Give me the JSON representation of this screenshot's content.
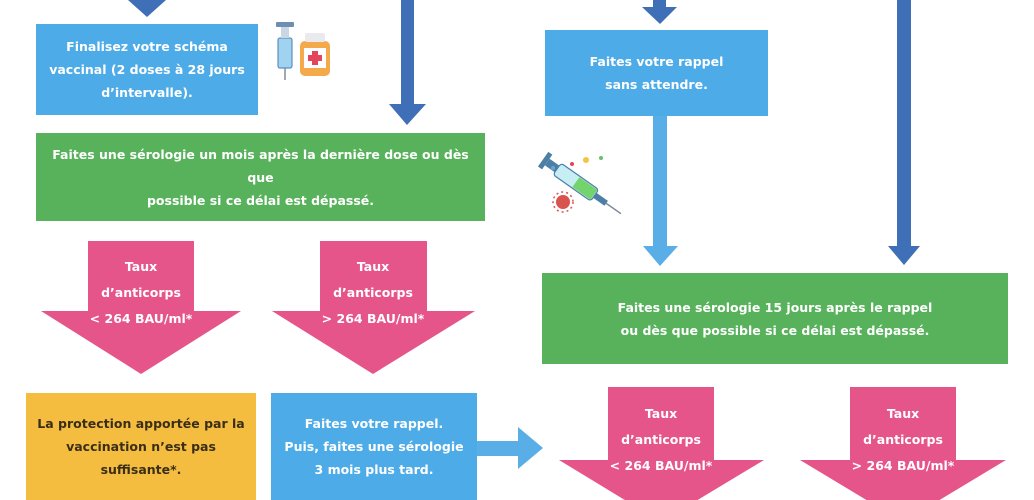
{
  "colors": {
    "blue_box": "#4dabe8",
    "green_box": "#58b25b",
    "orange_box": "#f5bd40",
    "pink_arrow": "#e6558a",
    "dark_blue_arrow": "#3f6fb6",
    "light_blue_arrow": "#5aaee8"
  },
  "nodes": {
    "finalize_schema": "Finalisez votre schéma\nvaccinal (2 doses à 28 jours\nd’intervalle).",
    "booster_now": "Faites votre rappel\nsans attendre.",
    "serology_after_last_dose": "Faites une sérologie un mois après la dernière dose ou dès que\npossible si ce délai est dépassé.",
    "serology_after_booster": "Faites une sérologie 15 jours après le rappel\nou dès que possible si ce délai est dépassé.",
    "insufficient_protection": "La protection apportée par la\nvaccination n’est pas\nsuffisante*.",
    "booster_then_serology": "Faites votre rappel.\nPuis, faites une sérologie\n3 mois plus tard."
  },
  "arrow_labels": {
    "left_low": "Taux\nd’anticorps\n< 264 BAU/ml*",
    "left_high": "Taux\nd’anticorps\n> 264 BAU/ml*",
    "right_low": "Taux\nd’anticorps\n< 264 BAU/ml*",
    "right_high": "Taux\nd’anticorps\n> 264 BAU/ml*"
  },
  "icons": [
    "syringe-vial-icon",
    "syringe-virus-icon"
  ]
}
